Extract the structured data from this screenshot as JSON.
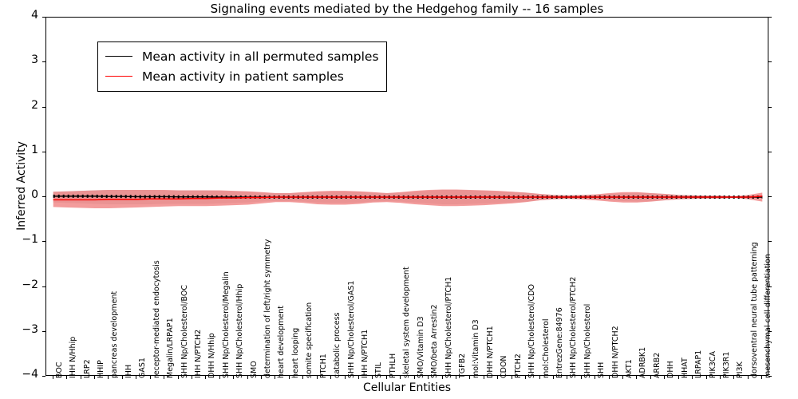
{
  "chart_data": {
    "type": "line",
    "title": "Signaling events mediated by the Hedgehog family -- 16 samples",
    "xlabel": "Cellular Entities",
    "ylabel": "Inferred Activity",
    "ylim": [
      -4,
      4
    ],
    "yticks": [
      4,
      3,
      2,
      1,
      0,
      -1,
      -2,
      -3,
      -4
    ],
    "grid": false,
    "legend_position": "upper left",
    "legend": [
      {
        "label": "Mean activity in all permuted samples",
        "color": "#000000"
      },
      {
        "label": "Mean activity in patient samples",
        "color": "#ff0000"
      }
    ],
    "categories": [
      "BOC",
      "IHH N/Hhip",
      "LRP2",
      "HHIP",
      "pancreas development",
      "IHH",
      "GAS1",
      "receptor-mediated endocytosis",
      "Megalin/LRPAP1",
      "SHH Np/Cholesterol/BOC",
      "IHH N/PTCH2",
      "DHH N/Hhip",
      "SHH Np/Cholesterol/Megalin",
      "SHH Np/Cholesterol/Hhip",
      "SMO",
      "determination of left/right symmetry",
      "heart development",
      "heart looping",
      "somite specification",
      "PTCH1",
      "catabolic process",
      "SHH Np/Cholesterol/GAS1",
      "IHH N/PTCH1",
      "STIL",
      "PTHLH",
      "skeletal system development",
      "SMO/Vitamin D3",
      "SMO/beta Arrestin2",
      "SHH Np/Cholesterol/PTCH1",
      "TGFB2",
      "mol:Vitamin D3",
      "DHH N/PTCH1",
      "CDON",
      "PTCH2",
      "SHH Np/Cholesterol/CDO",
      "mol:Cholesterol",
      "EntrezGene:84976",
      "SHH Np/Cholesterol/PTCH2",
      "SHH Np/Cholesterol",
      "SHH",
      "DHH N/PTCH2",
      "AKT1",
      "ADRBK1",
      "ARRB2",
      "DHH",
      "HHAT",
      "LRPAP1",
      "PIK3CA",
      "PIK3R1",
      "PI3K",
      "dorsoventral neural tube patterning",
      "mesenchymal cell differentiation"
    ],
    "series": [
      {
        "name": "Mean activity in all permuted samples",
        "color": "#000000",
        "values": [
          0.02,
          0.02,
          0.02,
          0.02,
          0.015,
          0.015,
          0.01,
          0.01,
          0.01,
          0.005,
          0.005,
          0.005,
          0.0,
          0.0,
          0.0,
          0.0,
          0.0,
          0.0,
          0.0,
          0.0,
          0.0,
          0.0,
          0.0,
          0.0,
          0.0,
          0.0,
          0.0,
          0.0,
          0.0,
          0.0,
          0.0,
          0.0,
          0.0,
          0.0,
          0.0,
          0.0,
          0.0,
          0.0,
          0.0,
          0.0,
          0.0,
          0.0,
          0.0,
          0.0,
          0.0,
          0.0,
          0.0,
          0.0,
          0.0,
          0.0,
          0.0,
          0.0
        ],
        "band_lower": [
          -0.12,
          -0.13,
          -0.14,
          -0.15,
          -0.16,
          -0.16,
          -0.16,
          -0.16,
          -0.15,
          -0.15,
          -0.15,
          -0.15,
          -0.14,
          -0.13,
          -0.12,
          -0.1,
          -0.09,
          -0.09,
          -0.1,
          -0.12,
          -0.13,
          -0.13,
          -0.12,
          -0.1,
          -0.09,
          -0.1,
          -0.12,
          -0.14,
          -0.16,
          -0.16,
          -0.15,
          -0.14,
          -0.13,
          -0.12,
          -0.1,
          -0.07,
          -0.05,
          -0.04,
          -0.04,
          -0.05,
          -0.07,
          -0.09,
          -0.1,
          -0.09,
          -0.07,
          -0.05,
          -0.04,
          -0.03,
          -0.03,
          -0.02,
          -0.02,
          -0.02
        ],
        "band_upper": [
          0.12,
          0.13,
          0.14,
          0.15,
          0.16,
          0.16,
          0.16,
          0.16,
          0.15,
          0.15,
          0.15,
          0.15,
          0.14,
          0.13,
          0.12,
          0.1,
          0.09,
          0.09,
          0.1,
          0.12,
          0.13,
          0.13,
          0.12,
          0.1,
          0.09,
          0.1,
          0.12,
          0.14,
          0.16,
          0.16,
          0.15,
          0.14,
          0.13,
          0.12,
          0.1,
          0.07,
          0.05,
          0.04,
          0.04,
          0.05,
          0.07,
          0.09,
          0.1,
          0.09,
          0.07,
          0.05,
          0.04,
          0.03,
          0.03,
          0.02,
          0.02,
          0.02
        ]
      },
      {
        "name": "Mean activity in patient samples",
        "color": "#ff0000",
        "values": [
          -0.06,
          -0.06,
          -0.06,
          -0.06,
          -0.05,
          -0.05,
          -0.05,
          -0.04,
          -0.04,
          -0.04,
          -0.03,
          -0.03,
          -0.02,
          -0.02,
          -0.01,
          -0.01,
          0.0,
          0.0,
          0.0,
          0.0,
          0.0,
          0.0,
          0.0,
          0.0,
          0.0,
          0.0,
          0.0,
          0.0,
          0.0,
          0.0,
          0.0,
          0.0,
          0.0,
          0.0,
          0.0,
          0.0,
          0.0,
          0.0,
          0.0,
          0.0,
          0.0,
          0.0,
          0.0,
          0.0,
          0.0,
          0.0,
          0.0,
          0.0,
          0.0,
          0.0,
          0.0,
          0.02
        ],
        "band_lower": [
          -0.22,
          -0.23,
          -0.24,
          -0.25,
          -0.25,
          -0.24,
          -0.23,
          -0.22,
          -0.21,
          -0.2,
          -0.2,
          -0.2,
          -0.19,
          -0.18,
          -0.17,
          -0.14,
          -0.11,
          -0.11,
          -0.13,
          -0.16,
          -0.17,
          -0.17,
          -0.15,
          -0.12,
          -0.11,
          -0.13,
          -0.16,
          -0.18,
          -0.2,
          -0.2,
          -0.19,
          -0.18,
          -0.16,
          -0.14,
          -0.11,
          -0.07,
          -0.05,
          -0.04,
          -0.05,
          -0.07,
          -0.1,
          -0.12,
          -0.12,
          -0.1,
          -0.07,
          -0.05,
          -0.04,
          -0.03,
          -0.03,
          -0.02,
          -0.05,
          -0.1
        ],
        "band_upper": [
          0.12,
          0.13,
          0.14,
          0.15,
          0.16,
          0.16,
          0.16,
          0.16,
          0.16,
          0.15,
          0.15,
          0.15,
          0.15,
          0.14,
          0.13,
          0.11,
          0.09,
          0.09,
          0.11,
          0.13,
          0.14,
          0.14,
          0.13,
          0.11,
          0.09,
          0.11,
          0.14,
          0.16,
          0.17,
          0.17,
          0.16,
          0.15,
          0.14,
          0.12,
          0.1,
          0.07,
          0.05,
          0.04,
          0.05,
          0.06,
          0.09,
          0.11,
          0.11,
          0.09,
          0.07,
          0.05,
          0.04,
          0.03,
          0.03,
          0.02,
          0.05,
          0.1
        ]
      }
    ],
    "colors": {
      "permuted_line": "#000000",
      "patient_line": "#ff0000",
      "permuted_band": "#b0b0b0",
      "patient_band": "#f08080"
    }
  }
}
